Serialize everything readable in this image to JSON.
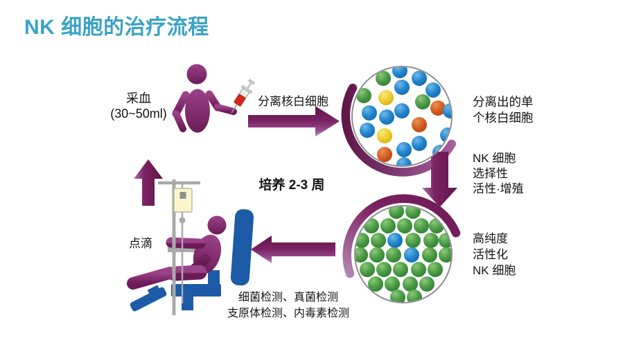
{
  "title": "NK 细胞的治疗流程",
  "labels": {
    "draw_blood": [
      "采血",
      "(30~50ml)"
    ],
    "separate_arrow": "分离核白细胞",
    "separated_cells": [
      "分离出的单",
      "个核白细胞"
    ],
    "nk_selection": [
      "NK 细胞",
      "选择性",
      "活性·增殖"
    ],
    "high_purity": [
      "高纯度",
      "活性化",
      "NK 细胞"
    ],
    "culture": "培养 2-3 周",
    "quality_tests": [
      "细菌检测、真菌检测",
      "支原体检测、内毒素检测"
    ],
    "drip": "点滴"
  },
  "colors": {
    "title_teal": "#3aa3c5",
    "flow_purple": "#7c2264",
    "flow_purple_light": "#a873a3",
    "chair_blue": "#1d5ba6",
    "cell_blue": "#2386cd",
    "cell_green": "#4a9c46",
    "cell_yellow": "#eccb27",
    "cell_orange": "#d2591f",
    "dish_border_gray": "#8f8f8f",
    "iv_gray": "#a9a9a9",
    "iv_bag_cream": "#fbf5c9",
    "syringe_red": "#d8261c",
    "text_black": "#141414"
  },
  "dishes": [
    {
      "name": "mixed-mononuclear-cells",
      "cells": [
        [
          -3,
          -66,
          "b"
        ],
        [
          -27,
          -55,
          "g"
        ],
        [
          25,
          -55,
          "b"
        ],
        [
          0,
          -42,
          "b"
        ],
        [
          -55,
          -30,
          "g"
        ],
        [
          -23,
          -27,
          "y"
        ],
        [
          45,
          -38,
          "b"
        ],
        [
          30,
          -21,
          "g"
        ],
        [
          0,
          -8,
          "b"
        ],
        [
          52,
          -12,
          "o"
        ],
        [
          -47,
          -5,
          "b"
        ],
        [
          -22,
          1,
          "b"
        ],
        [
          70,
          -8,
          "b"
        ],
        [
          25,
          12,
          "o"
        ],
        [
          -50,
          20,
          "b"
        ],
        [
          -25,
          28,
          "y"
        ],
        [
          66,
          27,
          "b"
        ],
        [
          25,
          39,
          "b"
        ],
        [
          3,
          48,
          "b"
        ],
        [
          -25,
          55,
          "o"
        ],
        [
          55,
          52,
          "b"
        ],
        [
          3,
          70,
          "b"
        ]
      ]
    },
    {
      "name": "high-purity-nk-cells",
      "cells": [
        [
          -10,
          -62,
          "g"
        ],
        [
          14,
          -62,
          "g"
        ],
        [
          -46,
          -41,
          "g"
        ],
        [
          -22,
          -41,
          "g"
        ],
        [
          2,
          -41,
          "g"
        ],
        [
          26,
          -41,
          "g"
        ],
        [
          48,
          -41,
          "g"
        ],
        [
          -60,
          -20,
          "g"
        ],
        [
          -36,
          -20,
          "g"
        ],
        [
          -12,
          -20,
          "b"
        ],
        [
          14,
          -20,
          "g"
        ],
        [
          40,
          -20,
          "g"
        ],
        [
          62,
          -20,
          "g"
        ],
        [
          -62,
          1,
          "g"
        ],
        [
          -38,
          1,
          "g"
        ],
        [
          -14,
          1,
          "g"
        ],
        [
          12,
          1,
          "b"
        ],
        [
          38,
          1,
          "g"
        ],
        [
          62,
          1,
          "g"
        ],
        [
          -52,
          22,
          "g"
        ],
        [
          -28,
          22,
          "g"
        ],
        [
          -4,
          22,
          "g"
        ],
        [
          22,
          22,
          "g"
        ],
        [
          46,
          22,
          "g"
        ],
        [
          -40,
          43,
          "g"
        ],
        [
          -16,
          43,
          "g"
        ],
        [
          10,
          43,
          "g"
        ],
        [
          34,
          43,
          "g"
        ],
        [
          -8,
          62,
          "g"
        ],
        [
          16,
          62,
          "g"
        ]
      ]
    }
  ]
}
